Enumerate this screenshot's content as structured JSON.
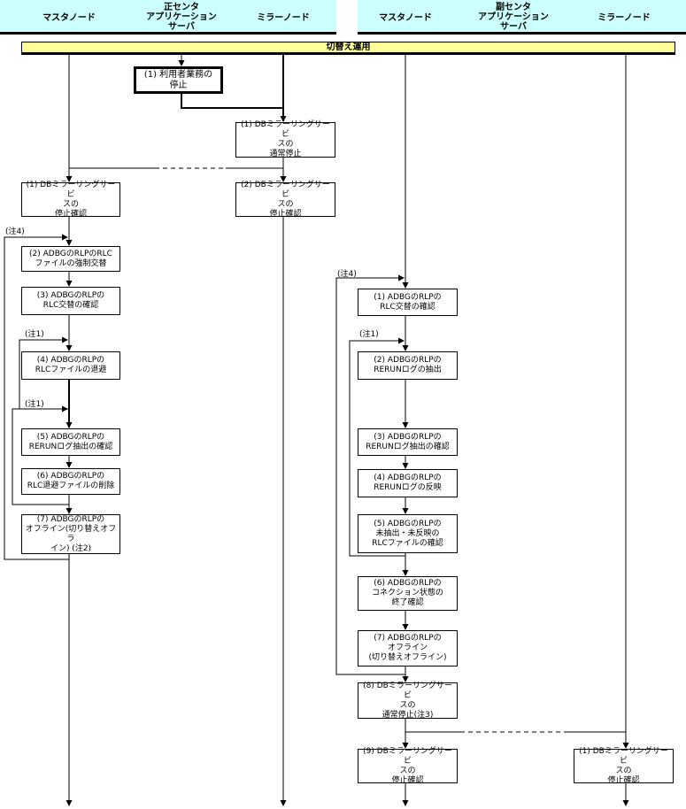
{
  "headers": {
    "primary_center": {
      "master": "マスタノード",
      "app_server": "正センタ\nアプリケーション\nサーバ",
      "mirror": "ミラーノード"
    },
    "secondary_center": {
      "master": "マスタノード",
      "app_server": "副センタ\nアプリケーション\nサーバ",
      "mirror": "ミラーノード"
    }
  },
  "banner": "切替え運用",
  "steps": {
    "app_stop": "(1) 利用者業務の\n停止",
    "p_mirror_stop": "(1) DBミラーリングサービ\nスの\n通常停止",
    "p_master_1": "(1) DBミラーリングサービ\nスの\n停止確認",
    "p_mirror_2": "(2) DBミラーリングサービ\nスの\n停止確認",
    "p_master_2": "(2) ADBGのRLPのRLC\nファイルの強制交替",
    "p_master_3": "(3) ADBGのRLPの\nRLC交替の確認",
    "p_master_4": "(4) ADBGのRLPの\nRLCファイルの退避",
    "p_master_5": "(5) ADBGのRLPの\nRERUNログ抽出の確認",
    "p_master_6": "(6) ADBGのRLPの\nRLC退避ファイルの削除",
    "p_master_7": "(7) ADBGのRLPの\nオフライン(切り替えオフラ\nイン) (注2)",
    "s_master_1": "(1) ADBGのRLPの\nRLC交替の確認",
    "s_master_2": "(2) ADBGのRLPの\nRERUNログの抽出",
    "s_master_3": "(3) ADBGのRLPの\nRERUNログ抽出の確認",
    "s_master_4": "(4) ADBGのRLPの\nRERUNログの反映",
    "s_master_5": "(5) ADBGのRLPの\n未抽出・未反映の\nRLCファイルの確認",
    "s_master_6": "(6) ADBGのRLPの\nコネクション状態の\n終了確認",
    "s_master_7": "(7) ADBGのRLPの\nオフライン\n(切り替えオフライン)",
    "s_master_8": "(8) DBミラーリングサービ\nスの\n通常停止(注3)",
    "s_master_9": "(9) DBミラーリングサービ\nスの\n停止確認",
    "s_mirror_1": "(1) DBミラーリングサービ\nスの\n停止確認"
  },
  "notes": {
    "p_note4": "(注4)",
    "p_note1a": "(注1)",
    "p_note1b": "(注1)",
    "s_note4": "(注4)",
    "s_note1": "(注1)"
  }
}
